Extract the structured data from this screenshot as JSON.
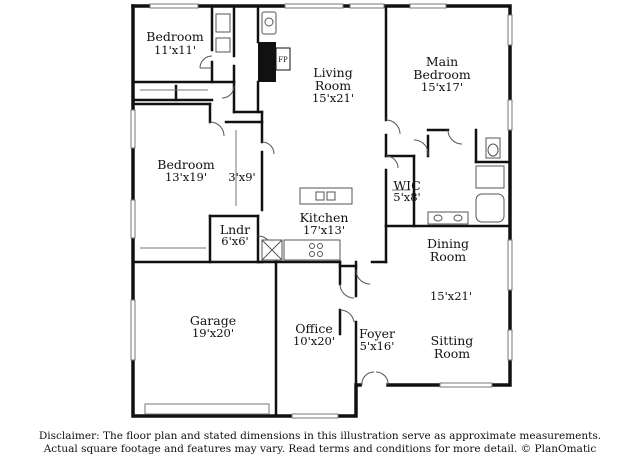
{
  "rooms": [
    {
      "id": "bedroom-2",
      "name": [
        "Bedroom"
      ],
      "dims": "11'x11'"
    },
    {
      "id": "living-room",
      "name": [
        "Living",
        "Room"
      ],
      "dims": "15'x21'"
    },
    {
      "id": "main-bedroom",
      "name": [
        "Main",
        "Bedroom"
      ],
      "dims": "15'x17'"
    },
    {
      "id": "bedroom-1",
      "name": [
        "Bedroom"
      ],
      "dims": "13'x19'"
    },
    {
      "id": "closet",
      "name": [],
      "dims": "3'x9'"
    },
    {
      "id": "wic",
      "name": [
        "WIC"
      ],
      "dims": "5'x8'"
    },
    {
      "id": "kitchen",
      "name": [
        "Kitchen"
      ],
      "dims": "17'x13'"
    },
    {
      "id": "laundry",
      "name": [
        "Lndr"
      ],
      "dims": "6'x6'"
    },
    {
      "id": "dining-room",
      "name": [
        "Dining",
        "Room"
      ],
      "dims": ""
    },
    {
      "id": "dining-sitting-dims",
      "name": [],
      "dims": "15'x21'"
    },
    {
      "id": "garage",
      "name": [
        "Garage"
      ],
      "dims": "19'x20'"
    },
    {
      "id": "office",
      "name": [
        "Office"
      ],
      "dims": "10'x20'"
    },
    {
      "id": "foyer",
      "name": [
        "Foyer"
      ],
      "dims": "5'x16'"
    },
    {
      "id": "sitting-room",
      "name": [
        "Sitting",
        "Room"
      ],
      "dims": ""
    }
  ],
  "fireplace_label": "FP",
  "disclaimer": {
    "line1": "Disclaimer: The floor plan and stated dimensions in this illustration serve as approximate measurements.",
    "line2": "Actual square footage and features may vary. Read terms and conditions for more detail. © PlanOmatic"
  }
}
